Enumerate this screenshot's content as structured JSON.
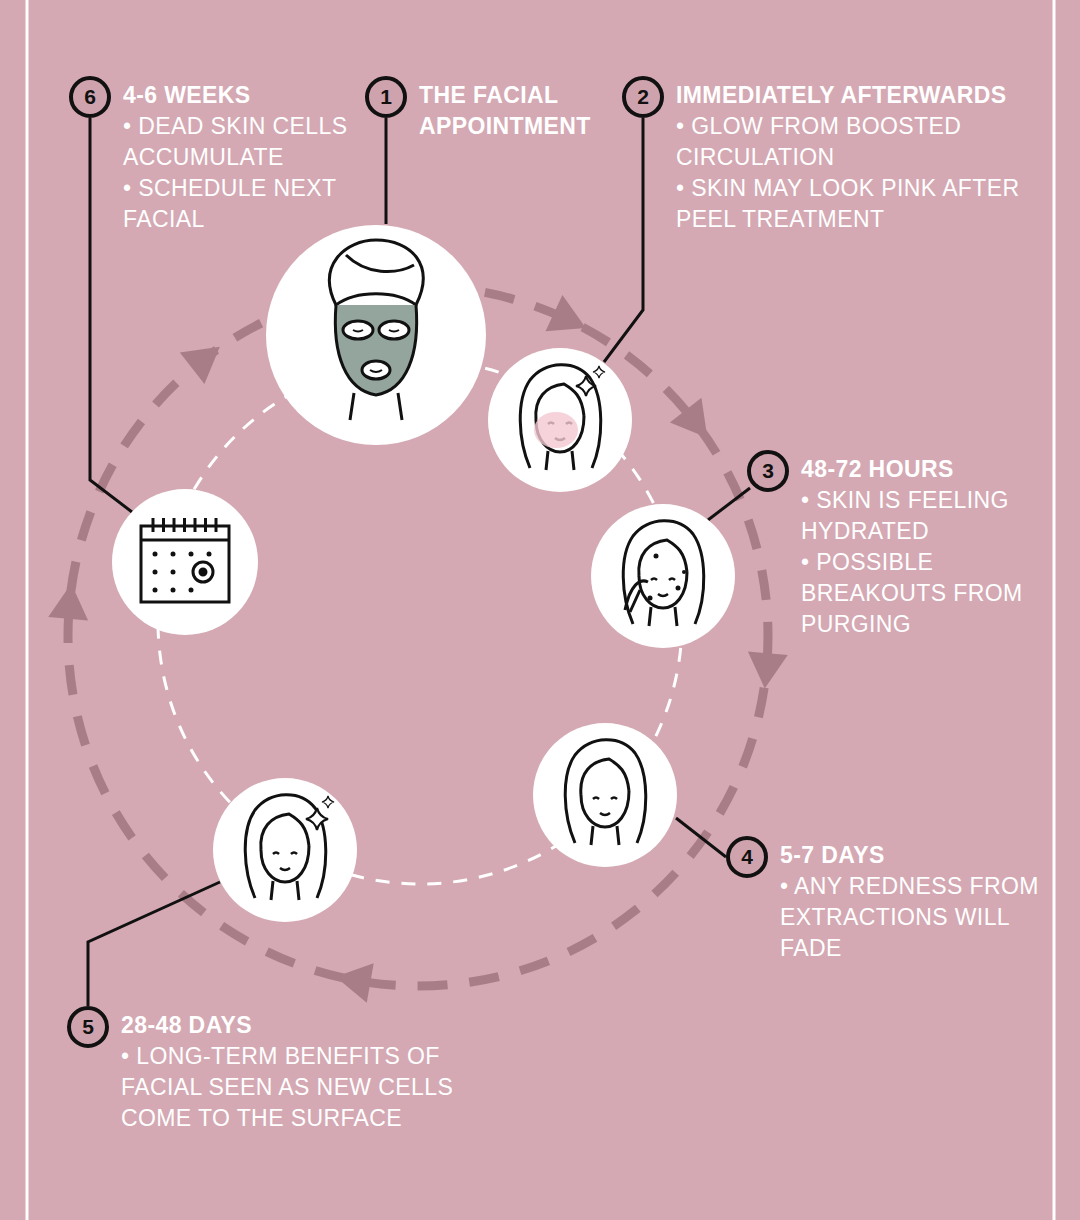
{
  "diagram": {
    "nodes": [
      {
        "text": [
          "1",
          "THE FACIAL APPOINTMENT"
        ]
      },
      {
        "text": [
          "2",
          "IMMEDIATELY AFTERWARDS",
          "• GLOW FROM BOOSTED CIRCULATION",
          "• SKIN MAY LOOK PINK AFTER PEEL TREATMENT"
        ]
      },
      {
        "text": [
          "3",
          "48-72 HOURS",
          "• SKIN IS FEELING HYDRATED",
          "• POSSIBLE BREAKOUTS FROM PURGING"
        ]
      },
      {
        "text": [
          "4",
          "5-7 DAYS",
          "• ANY REDNESS FROM EXTRACTIONS WILL FADE"
        ]
      },
      {
        "text": [
          "5",
          "28-48 DAYS",
          "• LONG-TERM BENEFITS OF FACIAL SEEN AS NEW CELLS COME TO THE SURFACE"
        ]
      },
      {
        "text": [
          "6",
          "4-6 WEEKS",
          "• DEAD SKIN CELLS ACCUMULATE",
          "• SCHEDULE NEXT FACIAL"
        ]
      }
    ]
  }
}
